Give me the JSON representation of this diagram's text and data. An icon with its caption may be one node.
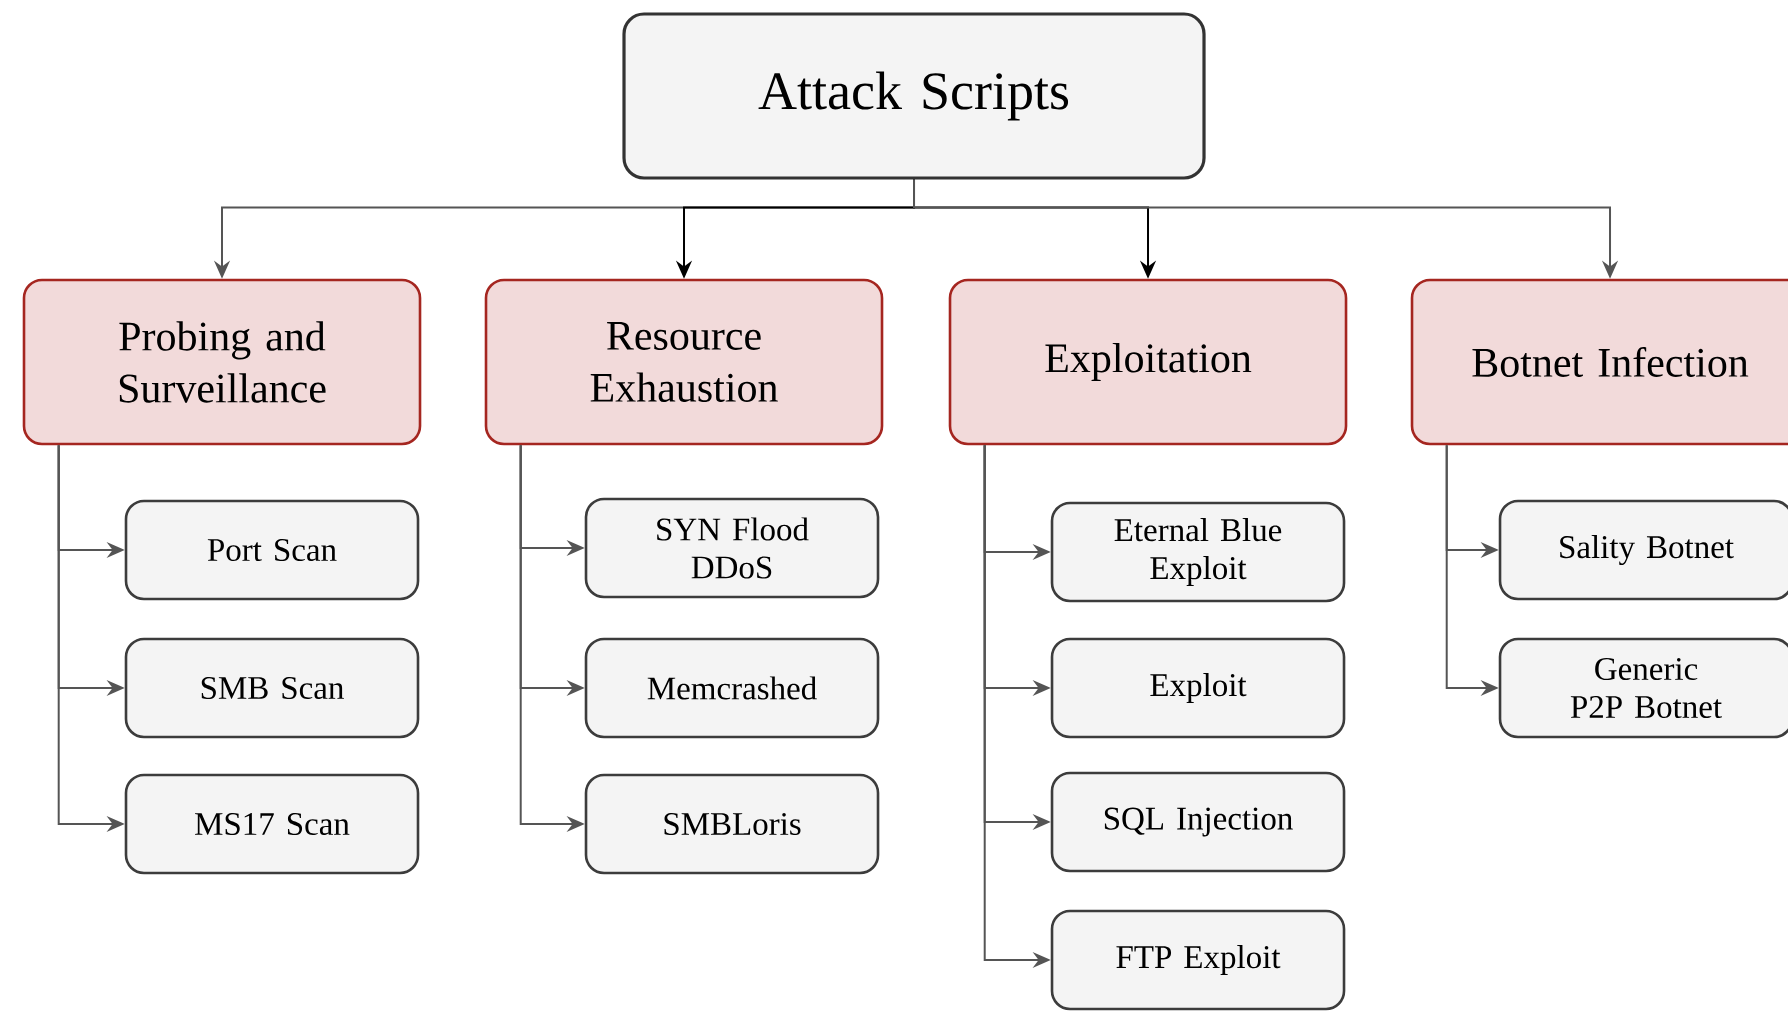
{
  "diagram": {
    "nodes": [
      {
        "text": [
          "Attack Scripts"
        ]
      },
      {
        "text": [
          "Probing and Surveillance"
        ]
      },
      {
        "text": [
          "Resource Exhaustion"
        ]
      },
      {
        "text": [
          "Exploitation"
        ]
      },
      {
        "text": [
          "Botnet Infection"
        ]
      },
      {
        "text": [
          "Port Scan"
        ]
      },
      {
        "text": [
          "SMB Scan"
        ]
      },
      {
        "text": [
          "MS17 Scan"
        ]
      },
      {
        "text": [
          "SYN Flood DDoS"
        ]
      },
      {
        "text": [
          "Memcrashed"
        ]
      },
      {
        "text": [
          "SMBLoris"
        ]
      },
      {
        "text": [
          "Eternal Blue Exploit"
        ]
      },
      {
        "text": [
          "Exploit"
        ]
      },
      {
        "text": [
          "SQL Injection"
        ]
      },
      {
        "text": [
          "FTP Exploit"
        ]
      },
      {
        "text": [
          "Sality Botnet"
        ]
      },
      {
        "text": [
          "Generic P2P Botnet"
        ]
      }
    ],
    "edges": [
      {
        "from": 0,
        "to": 1,
        "arrow": "to"
      },
      {
        "from": 0,
        "to": 2,
        "arrow": "to",
        "color": "#000000"
      },
      {
        "from": 0,
        "to": 3,
        "arrow": "to",
        "color": "#000000"
      },
      {
        "from": 0,
        "to": 4,
        "arrow": "to"
      },
      {
        "from": 1,
        "to": 5,
        "arrow": "to"
      },
      {
        "from": 1,
        "to": 6,
        "arrow": "to"
      },
      {
        "from": 1,
        "to": 7,
        "arrow": "to"
      },
      {
        "from": 2,
        "to": 8,
        "arrow": "to"
      },
      {
        "from": 2,
        "to": 9,
        "arrow": "to"
      },
      {
        "from": 2,
        "to": 10,
        "arrow": "to"
      },
      {
        "from": 3,
        "to": 11,
        "arrow": "to"
      },
      {
        "from": 3,
        "to": 12,
        "arrow": "to"
      },
      {
        "from": 3,
        "to": 13,
        "arrow": "to"
      },
      {
        "from": 3,
        "to": 14,
        "arrow": "to"
      },
      {
        "from": 4,
        "to": 15,
        "arrow": "to"
      },
      {
        "from": 4,
        "to": 16,
        "arrow": "to"
      }
    ]
  }
}
